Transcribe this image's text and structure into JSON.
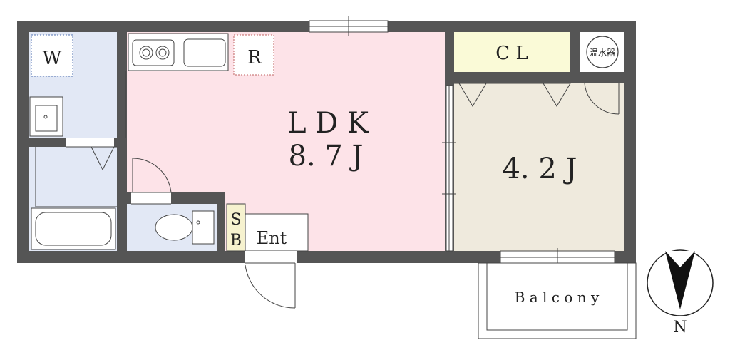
{
  "rooms": {
    "ldk": {
      "label": "L D K",
      "size": "8. 7 J"
    },
    "bedroom": {
      "size": "4. 2 J"
    },
    "closet": {
      "label": "C L"
    },
    "washer": {
      "label": "W"
    },
    "fridge": {
      "label": "R"
    },
    "shoebox_top": {
      "label": "S"
    },
    "shoebox_bottom": {
      "label": "B"
    },
    "entrance": {
      "label": "Ent"
    },
    "water_heater": {
      "label": "温水器"
    },
    "balcony": {
      "label": "B a l c o n y"
    }
  },
  "compass": {
    "label": "N"
  },
  "colors": {
    "wall": "#555555",
    "ldk": "#fde3e8",
    "bedroom": "#efeadd",
    "wet": "#e2e8f5",
    "closet": "#fafad7",
    "shoebox": "#f6f2cf"
  }
}
